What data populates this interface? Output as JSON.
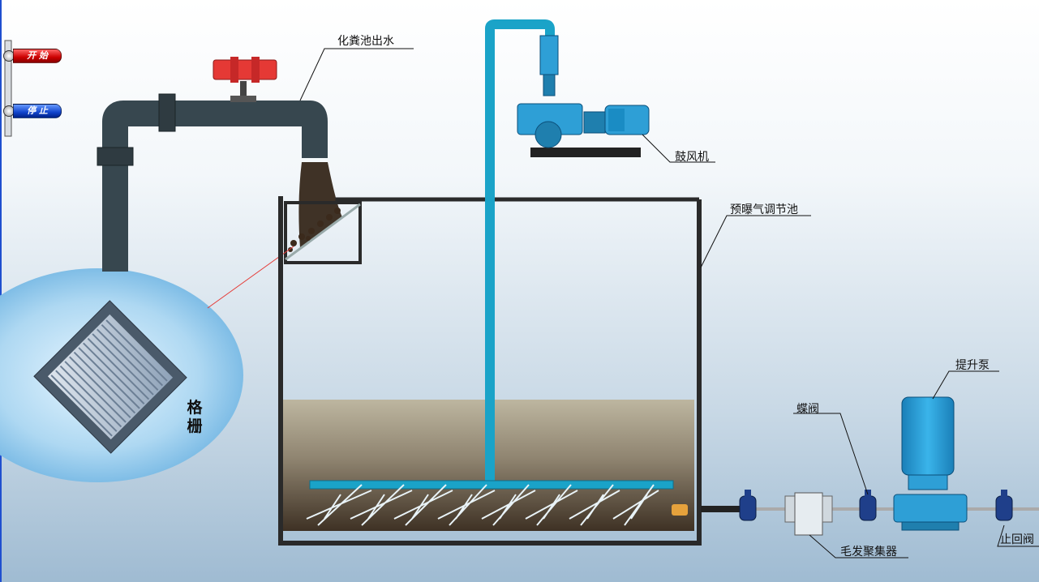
{
  "controls": {
    "start_label": "开 始",
    "stop_label": "停 止"
  },
  "labels": {
    "septic_outlet": "化粪池出水",
    "blower": "鼓风机",
    "tank": "预曝气调节池",
    "grille_line1": "格",
    "grille_line2": "栅",
    "butterfly_valve": "蝶阀",
    "lift_pump": "提升泵",
    "hair_collector": "毛发聚集器",
    "check_valve": "止回阀"
  },
  "colors": {
    "pipe_dark": "#37474f",
    "air_pipe": "#1aa3c8",
    "equipment": "#2e9fd6",
    "valve_red": "#e53935",
    "tank_wall": "#2a2a2a",
    "sludge": "#5a4a38"
  },
  "icons": {
    "blower": "roots-blower-icon",
    "pump": "vertical-pump-icon",
    "valve": "butterfly-valve-icon",
    "filter": "hair-collector-icon",
    "screen": "bar-screen-icon"
  }
}
